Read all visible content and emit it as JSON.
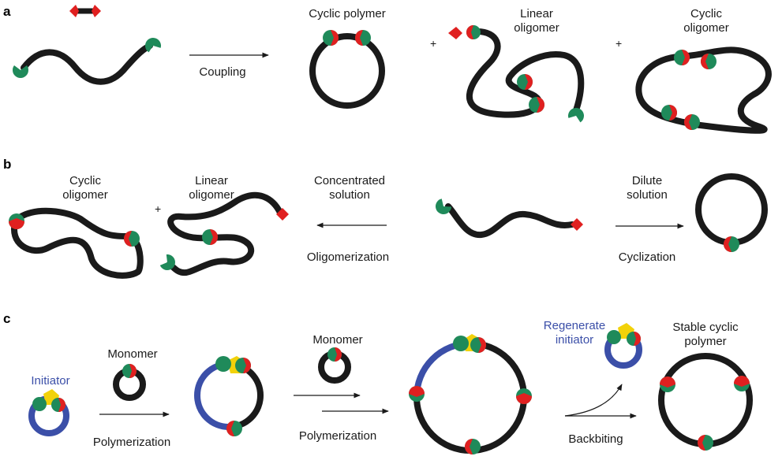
{
  "panels": {
    "a": "a",
    "b": "b",
    "c": "c"
  },
  "colors": {
    "chain": "#1a1a1a",
    "green": "#1f8a5a",
    "red": "#e02020",
    "yellow": "#f2d20a",
    "blue": "#3b4fa8"
  },
  "panel_a": {
    "arrow_label": "Coupling",
    "product1": "Cyclic polymer",
    "product2_line1": "Linear",
    "product2_line2": "oligomer",
    "product3_line1": "Cyclic",
    "product3_line2": "oligomer",
    "plus": "+"
  },
  "panel_b": {
    "left1_line1": "Cyclic",
    "left1_line2": "oligomer",
    "left2_line1": "Linear",
    "left2_line2": "oligomer",
    "plus": "+",
    "left_arrow_top1": "Concentrated",
    "left_arrow_top2": "solution",
    "left_arrow_bottom": "Oligomerization",
    "right_arrow_top1": "Dilute",
    "right_arrow_top2": "solution",
    "right_arrow_bottom": "Cyclization"
  },
  "panel_c": {
    "initiator": "Initiator",
    "monomer1": "Monomer",
    "arrow1": "Polymerization",
    "monomer2": "Monomer",
    "arrow2": "Polymerization",
    "regen_line1": "Regenerate",
    "regen_line2": "initiator",
    "arrow3": "Backbiting",
    "stable_line1": "Stable cyclic",
    "stable_line2": "polymer"
  }
}
